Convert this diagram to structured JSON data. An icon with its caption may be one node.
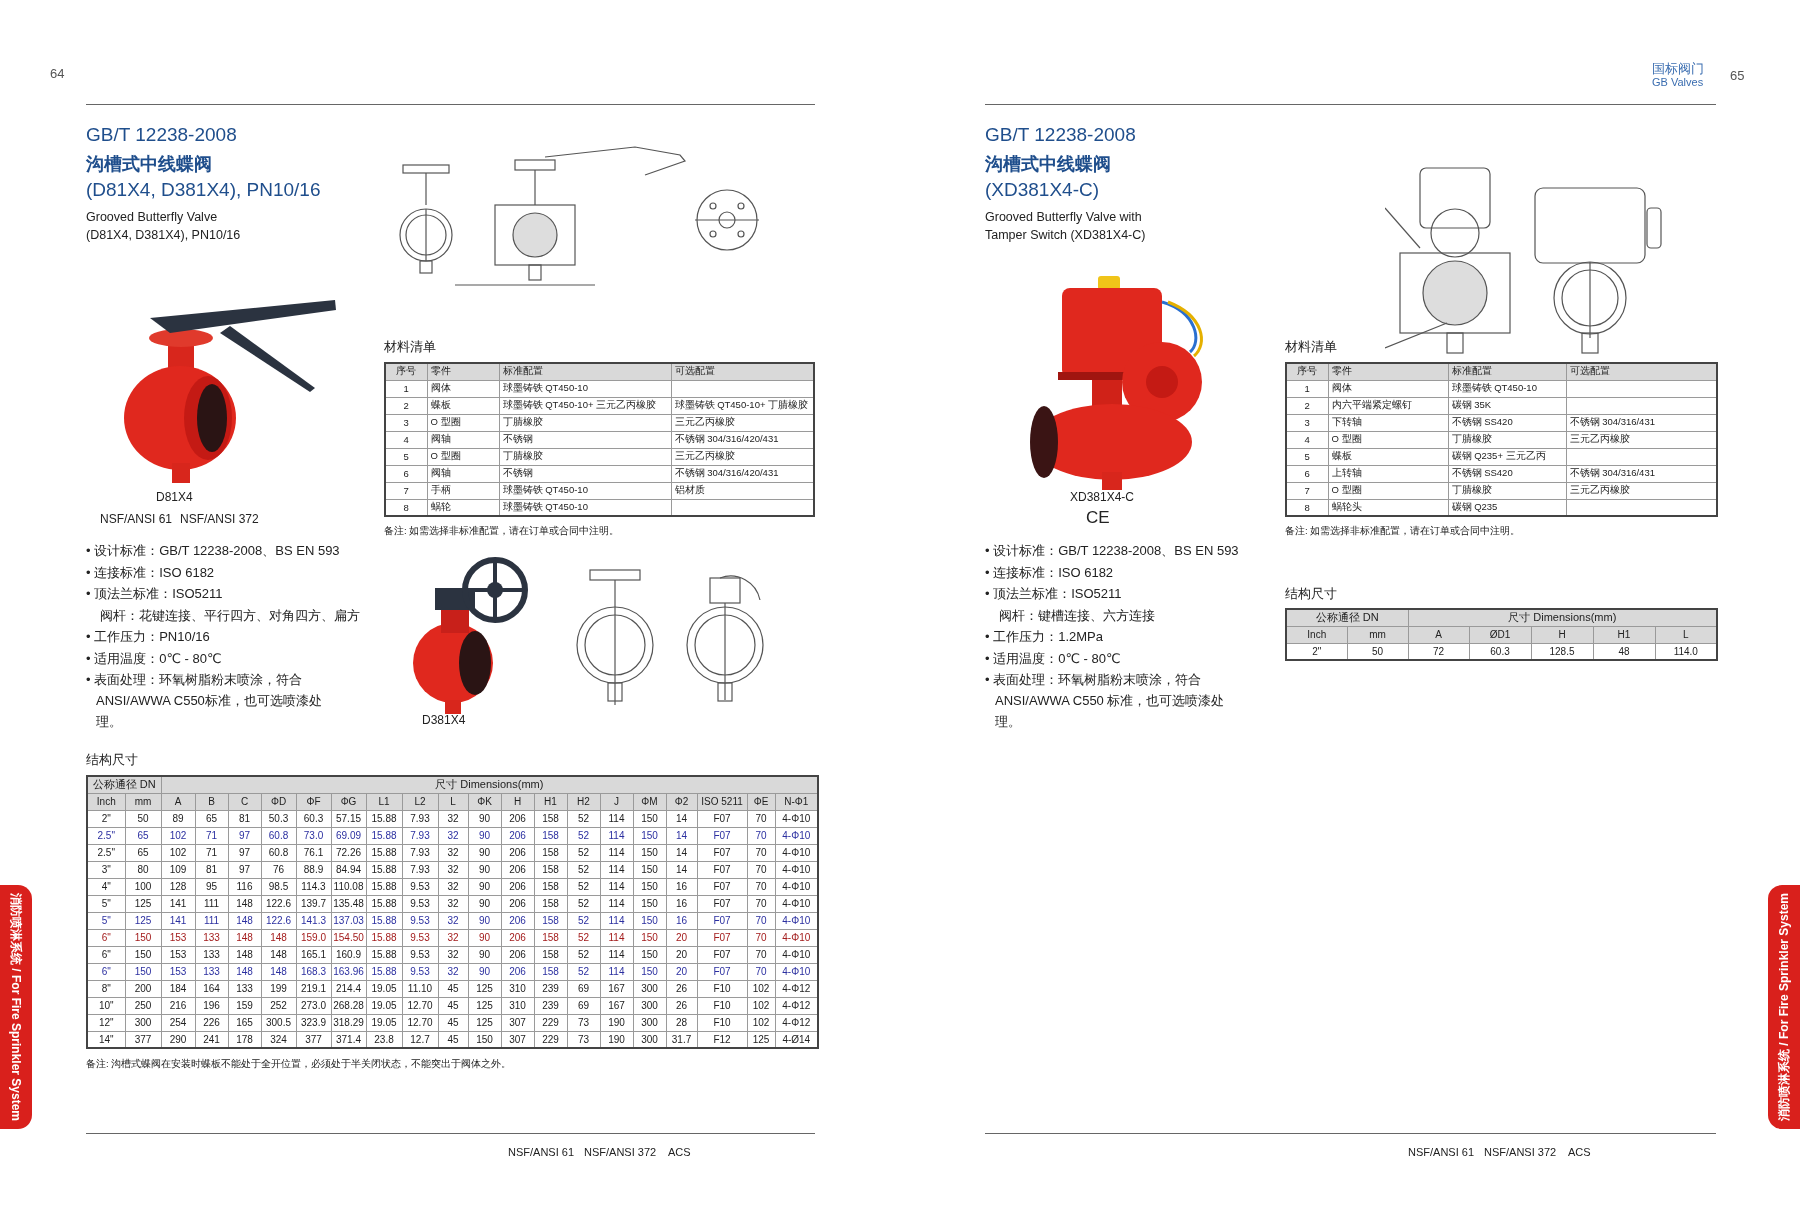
{
  "diagram": {
    "labels": [
      "64",
      "GB/T 12238-2008",
      "沟槽式中线蝶阀",
      "(D81X4, D381X4), PN10/16",
      "Grooved Butterfly Valve (D81X4, D381X4), PN10/16",
      "D81X4",
      "NSF/ANSI 61",
      "NSF/ANSI 372",
      "• 设计标准：GB/T 12238-2008、BS EN 593",
      "• 连接标准：ISO 6182",
      "• 顶法兰标准：ISO5211",
      "阀杆：花键连接、平行四方、对角四方、扁方",
      "• 工作压力：PN10/16",
      "• 适用温度：0℃ - 80℃",
      "• 表面处理：环氧树脂粉末喷涂，符合ANSI/AWWA C550标准，也可选喷漆处理。",
      "材料清单",
      "序号",
      "零件",
      "标准配置",
      "可选配置",
      "1",
      "阀体",
      "球墨铸铁 QT450-10",
      "2",
      "蝶板",
      "球墨铸铁 QT450-10+ 三元乙丙橡胶",
      "球墨铸铁 QT450-10+ 丁腈橡胶",
      "3",
      "O 型圈",
      "丁腈橡胶",
      "三元乙丙橡胶",
      "4",
      "阀轴",
      "不锈钢",
      "不锈钢 304/316/420/431",
      "5",
      "O 型圈",
      "丁腈橡胶",
      "三元乙丙橡胶",
      "6",
      "阀轴",
      "不锈钢",
      "不锈钢 304/316/420/431",
      "7",
      "手柄",
      "球墨铸铁 QT450-10",
      "铝材质",
      "8",
      "蜗轮",
      "球墨铸铁 QT450-10",
      "备注: 如需选择非标准配置，请在订单或合同中注明。",
      "D381X4",
      "结构尺寸",
      "公称通径 DN",
      "尺寸 Dimensions(mm)",
      "Inch",
      "mm",
      "A",
      "B",
      "C",
      "ΦD",
      "ΦF",
      "ΦG",
      "L1",
      "L2",
      "L",
      "ΦK",
      "H",
      "H1",
      "H2",
      "J",
      "ΦM",
      "Φ2",
      "ISO 5211",
      "ΦE",
      "N-Φ1",
      "2\"",
      "50",
      "89",
      "65",
      "81",
      "50.3",
      "60.3",
      "57.15",
      "15.88",
      "7.93",
      "32",
      "90",
      "206",
      "158",
      "52",
      "114",
      "150",
      "14",
      "F07",
      "70",
      "4-Φ10",
      "2.5\"",
      "65",
      "102",
      "71",
      "97",
      "60.8",
      "73.0",
      "69.09",
      "15.88",
      "7.93",
      "32",
      "90",
      "206",
      "158",
      "52",
      "114",
      "150",
      "14",
      "F07",
      "70",
      "4-Φ10",
      "2.5\"",
      "65",
      "102",
      "71",
      "97",
      "60.8",
      "76.1",
      "72.26",
      "15.88",
      "7.93",
      "32",
      "90",
      "206",
      "158",
      "52",
      "114",
      "150",
      "14",
      "F07",
      "70",
      "4-Φ10",
      "3\"",
      "80",
      "109",
      "81",
      "97",
      "76",
      "88.9",
      "84.94",
      "15.88",
      "7.93",
      "32",
      "90",
      "206",
      "158",
      "52",
      "114",
      "150",
      "14",
      "F07",
      "70",
      "4-Φ10",
      "4\"",
      "100",
      "128",
      "95",
      "116",
      "98.5",
      "114.3",
      "110.08",
      "15.88",
      "9.53",
      "32",
      "90",
      "206",
      "158",
      "52",
      "114",
      "150",
      "16",
      "F07",
      "70",
      "4-Φ10",
      "5\"",
      "125",
      "141",
      "111",
      "148",
      "122.6",
      "139.7",
      "135.48",
      "15.88",
      "9.53",
      "32",
      "90",
      "206",
      "158",
      "52",
      "114",
      "150",
      "16",
      "F07",
      "70",
      "4-Φ10",
      "5\"",
      "125",
      "141",
      "111",
      "148",
      "122.6",
      "141.3",
      "137.03",
      "15.88",
      "9.53",
      "32",
      "90",
      "206",
      "158",
      "52",
      "114",
      "150",
      "16",
      "F07",
      "70",
      "4-Φ10",
      "6\"",
      "150",
      "153",
      "133",
      "148",
      "148",
      "159.0",
      "154.50",
      "15.88",
      "9.53",
      "32",
      "90",
      "206",
      "158",
      "52",
      "114",
      "150",
      "20",
      "F07",
      "70",
      "4-Φ10",
      "6\"",
      "150",
      "153",
      "133",
      "148",
      "148",
      "165.1",
      "160.9",
      "15.88",
      "9.53",
      "32",
      "90",
      "206",
      "158",
      "52",
      "114",
      "150",
      "20",
      "F07",
      "70",
      "4-Φ10",
      "6\"",
      "150",
      "153",
      "133",
      "148",
      "148",
      "168.3",
      "163.96",
      "15.88",
      "9.53",
      "32",
      "90",
      "206",
      "158",
      "52",
      "114",
      "150",
      "20",
      "F07",
      "70",
      "4-Φ10",
      "8\"",
      "200",
      "184",
      "164",
      "133",
      "199",
      "219.1",
      "214.4",
      "19.05",
      "11.10",
      "45",
      "125",
      "310",
      "239",
      "69",
      "167",
      "300",
      "26",
      "F10",
      "102",
      "4-Φ12",
      "10\"",
      "250",
      "216",
      "196",
      "159",
      "252",
      "273.0",
      "268.28",
      "19.05",
      "12.70",
      "45",
      "125",
      "310",
      "239",
      "69",
      "167",
      "300",
      "26",
      "F10",
      "102",
      "4-Φ12",
      "12\"",
      "300",
      "254",
      "226",
      "165",
      "300.5",
      "323.9",
      "318.29",
      "19.05",
      "12.70",
      "45",
      "125",
      "307",
      "229",
      "73",
      "190",
      "300",
      "28",
      "F10",
      "102",
      "4-Φ12",
      "14\"",
      "377",
      "290",
      "241",
      "178",
      "324",
      "377",
      "371.4",
      "23.8",
      "12.7",
      "45",
      "150",
      "307",
      "229",
      "73",
      "190",
      "300",
      "31.7",
      "F12",
      "125",
      "4-Ø14",
      "备注: 沟槽式蝶阀在安装时蝶板不能处于全开位置，必须处于半关闭状态，不能突出于阀体之外。",
      "消防喷淋系统 / For Fire Sprinkler System",
      "NSF/ANSI 61",
      "NSF/ANSI 372",
      "ACS",
      "国标阀门",
      "GB Valves",
      "65",
      "GB/T 12238-2008",
      "沟槽式中线蝶阀",
      "(XD381X4-C)",
      "Grooved Butterfly Valve with Tamper Switch (XD381X4-C)",
      "XD381X4-C",
      "CE",
      "• 设计标准：GB/T 12238-2008、BS EN 593",
      "• 连接标准：ISO 6182",
      "• 顶法兰标准：ISO5211",
      "阀杆：键槽连接、六方连接",
      "• 工作压力：1.2MPa",
      "• 适用温度：0℃ - 80℃",
      "• 表面处理：环氧树脂粉末喷涂，符合 ANSI/AWWA C550 标准，也可选喷漆处理。",
      "材料清单",
      "序号",
      "零件",
      "标准配置",
      "可选配置",
      "1",
      "阀体",
      "球墨铸铁 QT450-10",
      "2",
      "内六平端紧定螺钉",
      "碳钢 35K",
      "3",
      "下转轴",
      "不锈钢 SS420",
      "不锈钢 304/316/431",
      "4",
      "O 型圈",
      "丁腈橡胶",
      "三元乙丙橡胶",
      "5",
      "蝶板",
      "碳钢 Q235+ 三元乙丙",
      "6",
      "上转轴",
      "不锈钢 SS420",
      "不锈钢 304/316/431",
      "7",
      "O 型圈",
      "丁腈橡胶",
      "三元乙丙橡胶",
      "8",
      "蜗轮头",
      "碳钢 Q235",
      "备注: 如需选择非标准配置，请在订单或合同中注明。",
      "结构尺寸",
      "公称通径 DN",
      "尺寸 Dimensions(mm)",
      "Inch",
      "mm",
      "A",
      "ØD1",
      "H",
      "H1",
      "L",
      "2\"",
      "50",
      "72",
      "60.3",
      "128.5",
      "48",
      "114.0",
      "消防喷淋系统 / For Fire Sprinkler System",
      "NSF/ANSI 61",
      "NSF/ANSI 372",
      "ACS"
    ]
  }
}
